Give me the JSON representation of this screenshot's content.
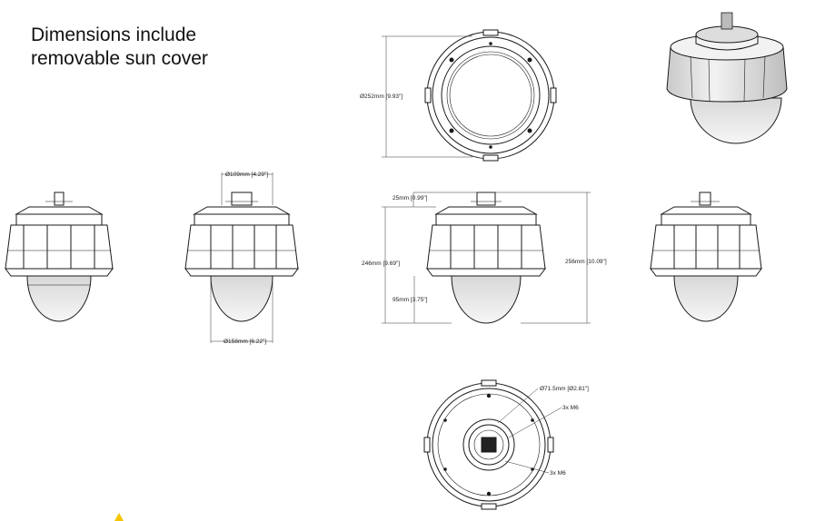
{
  "title": {
    "line1": "Dimensions include",
    "line2": "removable sun cover"
  },
  "dimensions": {
    "housing_diameter": "Ø252mm [9.93\"]",
    "top_diameter": "Ø109mm [4.29\"]",
    "dome_diameter": "Ø158mm [6.22\"]",
    "top_height": "25mm [0.99\"]",
    "body_height": "246mm [9.69\"]",
    "total_height": "256mm [10.09\"]",
    "dome_height": "95mm [3.75\"]",
    "mount_diameter": "Ø71.5mm [Ø2.81\"]",
    "bolt_top": "3x M6",
    "bolt_bottom": "3x M6"
  },
  "colors": {
    "line": "#1a1a1a",
    "dome_fill": "#e8e8e8",
    "warning": "#f5c400"
  }
}
